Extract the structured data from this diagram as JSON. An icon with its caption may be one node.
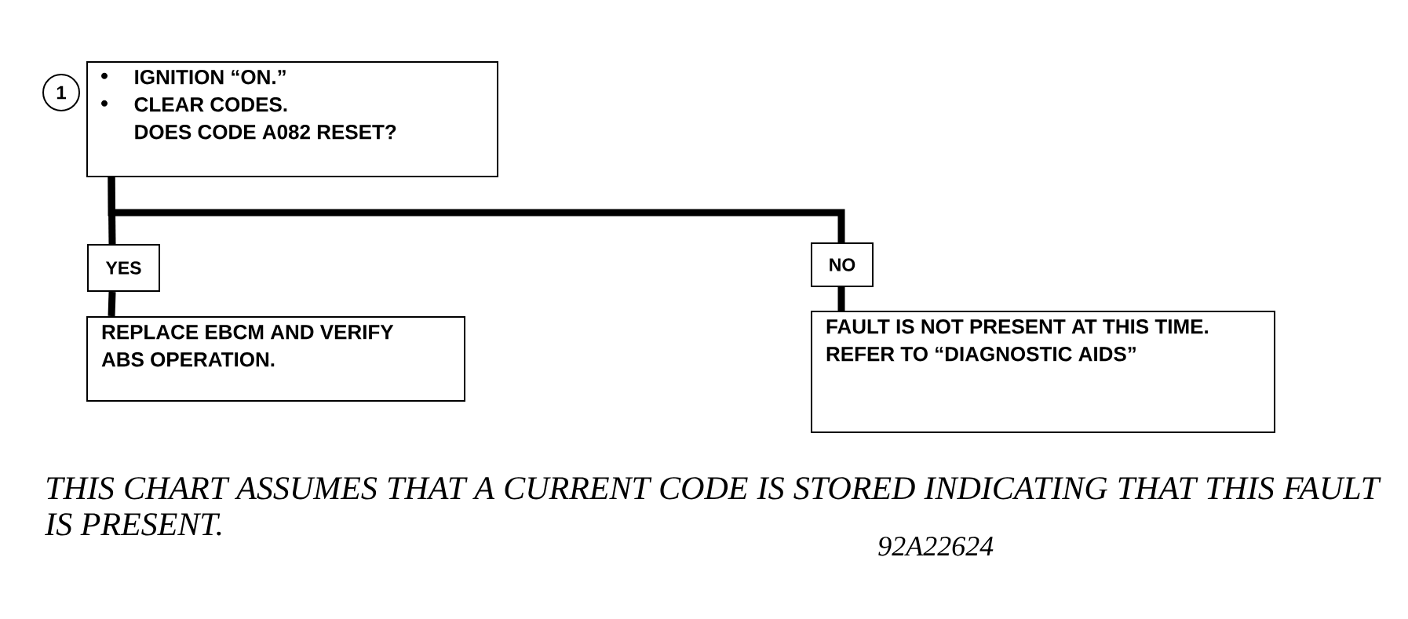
{
  "diagram": {
    "caption": "THIS CHART ASSUMES THAT A CURRENT CODE IS STORED INDICATING THAT THIS FAULT IS PRESENT.",
    "nodes": [
      {
        "text": [
          "1"
        ]
      },
      {
        "text": [
          "IGNITION “ON.”",
          "CLEAR CODES.",
          "DOES CODE A082 RESET?"
        ]
      },
      {
        "text": [
          "YES"
        ]
      },
      {
        "text": [
          "REPLACE EBCM AND VERIFY ABS OPERATION."
        ]
      },
      {
        "text": [
          "NO"
        ]
      },
      {
        "text": [
          "FAULT IS NOT PRESENT AT THIS TIME. REFER TO “DIAGNOSTIC AIDS”"
        ]
      }
    ],
    "edges": [
      {
        "from": 1,
        "to": 2,
        "arrow": "none"
      },
      {
        "from": 1,
        "to": 4,
        "arrow": "none"
      },
      {
        "from": 2,
        "to": 3,
        "arrow": "none"
      },
      {
        "from": 4,
        "to": 5,
        "arrow": "none"
      }
    ],
    "labels": [
      "92A22624"
    ]
  }
}
